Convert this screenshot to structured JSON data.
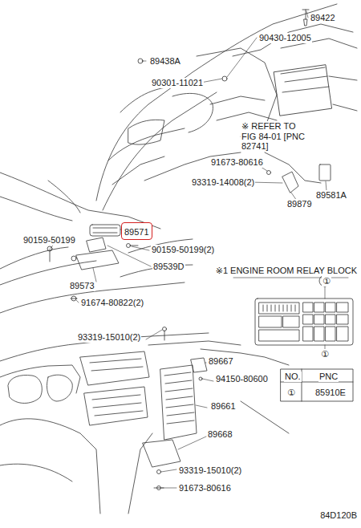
{
  "diagram": {
    "nodes": [
      {
        "text": [
          "89571"
        ]
      }
    ],
    "labels": [
      "89422",
      "90430-12005",
      "89438A",
      "90301-11021",
      "※ REFER TO FIG 84-01 [PNC 82741]",
      "91673-80616",
      "93319-14008(2)",
      "89581A",
      "89879",
      "90159-50199",
      "90159-50199(2)",
      "89539D",
      "89573",
      "91674-80822(2)",
      "※1 ENGINE ROOM RELAY BLOCK",
      "①",
      "①",
      "NO.",
      "PNC",
      "①",
      "85910E",
      "93319-15010(2)",
      "89667",
      "94150-80600",
      "89661",
      "89668",
      "93319-15010(2)",
      "91673-80616",
      "84D120B"
    ]
  }
}
